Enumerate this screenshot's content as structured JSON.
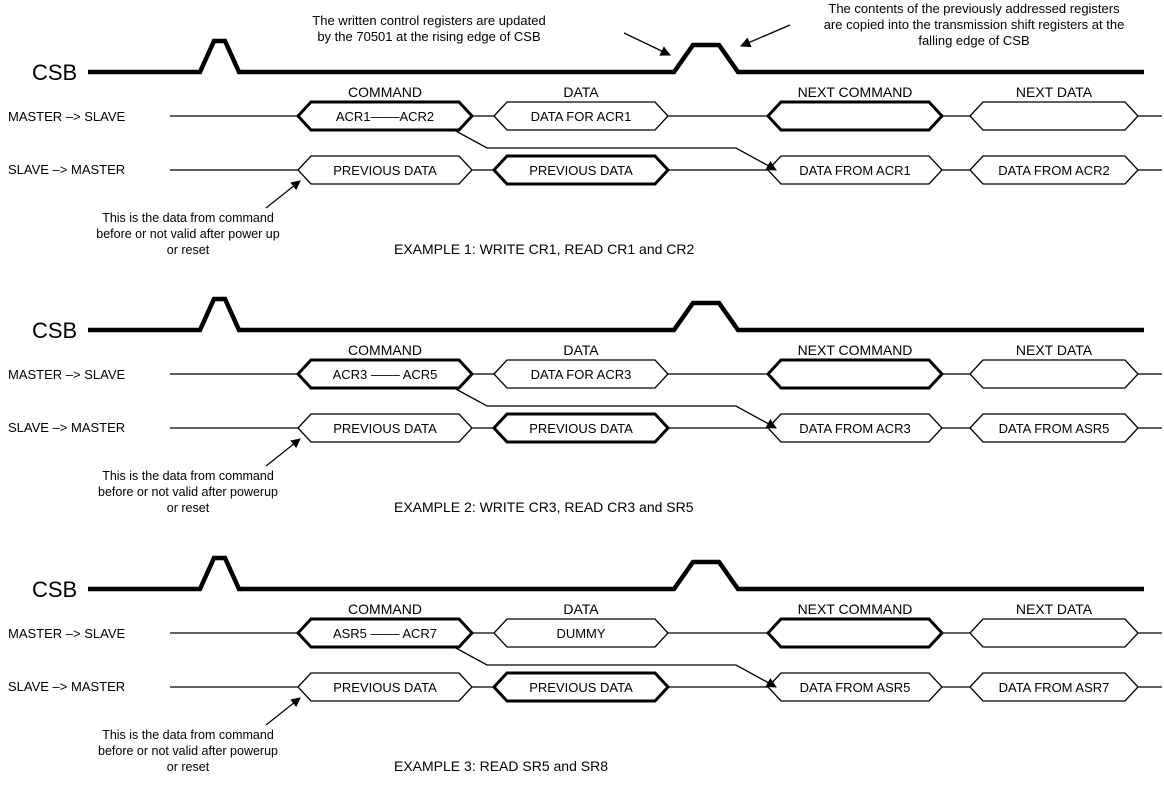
{
  "top_notes": {
    "rising_edge": [
      "The written control registers are updated",
      "by the 70501 at the rising edge of CSB"
    ],
    "falling_edge": [
      "The contents of the previously addressed registers",
      "are copied into the transmission shift registers at the",
      "falling edge of CSB"
    ]
  },
  "examples": [
    {
      "csb_label": "CSB",
      "master_label": "MASTER –> SLAVE",
      "slave_label": "SLAVE –> MASTER",
      "headers": [
        "COMMAND",
        "DATA",
        "NEXT COMMAND",
        "NEXT DATA"
      ],
      "master": [
        "ACR1––––ACR2",
        "DATA FOR ACR1",
        "",
        ""
      ],
      "slave": [
        "PREVIOUS DATA",
        "PREVIOUS DATA",
        "DATA FROM ACR1",
        "DATA FROM ACR2"
      ],
      "note": [
        "This is the data from command",
        "before or not valid after power up",
        "or reset"
      ],
      "caption": "EXAMPLE 1: WRITE CR1, READ CR1 and CR2"
    },
    {
      "csb_label": "CSB",
      "master_label": "MASTER –> SLAVE",
      "slave_label": "SLAVE –> MASTER",
      "headers": [
        "COMMAND",
        "DATA",
        "NEXT COMMAND",
        "NEXT DATA"
      ],
      "master": [
        "ACR3 –––– ACR5",
        "DATA FOR ACR3",
        "",
        ""
      ],
      "slave": [
        "PREVIOUS DATA",
        "PREVIOUS DATA",
        "DATA FROM ACR3",
        "DATA FROM ASR5"
      ],
      "note": [
        "This is the data from command",
        "before or not valid after powerup",
        "or reset"
      ],
      "caption": "EXAMPLE 2: WRITE CR3, READ CR3 and SR5"
    },
    {
      "csb_label": "CSB",
      "master_label": "MASTER –> SLAVE",
      "slave_label": "SLAVE –> MASTER",
      "headers": [
        "COMMAND",
        "DATA",
        "NEXT COMMAND",
        "NEXT DATA"
      ],
      "master": [
        "ASR5 –––– ACR7",
        "DUMMY",
        "",
        ""
      ],
      "slave": [
        "PREVIOUS DATA",
        "PREVIOUS DATA",
        "DATA FROM ASR5",
        "DATA FROM ASR7"
      ],
      "note": [
        "This is the data from command",
        "before or not valid after powerup",
        "or reset"
      ],
      "caption": "EXAMPLE 3: READ SR5 and SR8"
    }
  ]
}
